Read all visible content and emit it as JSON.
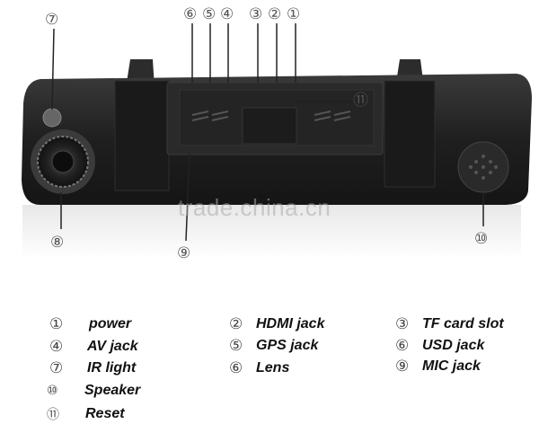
{
  "callouts": [
    {
      "id": "c6",
      "text": "⑥"
    },
    {
      "id": "c5",
      "text": "⑤"
    },
    {
      "id": "c4",
      "text": "④"
    },
    {
      "id": "c3",
      "text": "③"
    },
    {
      "id": "c2",
      "text": "②"
    },
    {
      "id": "c1",
      "text": "①"
    },
    {
      "id": "c7",
      "text": "⑦"
    },
    {
      "id": "c11",
      "text": "⑪"
    },
    {
      "id": "c8",
      "text": "⑧"
    },
    {
      "id": "c9",
      "text": "⑨"
    },
    {
      "id": "c10",
      "text": "⑩"
    }
  ],
  "watermark": "trade.china.cn",
  "legend": [
    {
      "num": "①",
      "label": "power"
    },
    {
      "num": "②",
      "label": "HDMI jack"
    },
    {
      "num": "③",
      "label": "TF card slot"
    },
    {
      "num": "④",
      "label": "AV jack"
    },
    {
      "num": "⑤",
      "label": "GPS jack"
    },
    {
      "num": "⑥",
      "label": "USD jack"
    },
    {
      "num": "⑦",
      "label": "IR light"
    },
    {
      "num": "⑥",
      "label": "Lens"
    },
    {
      "num": "⑨",
      "label": "MIC jack"
    },
    {
      "num": "⑩",
      "label": "Speaker"
    },
    {
      "num": "⑪",
      "label": "Reset"
    }
  ]
}
